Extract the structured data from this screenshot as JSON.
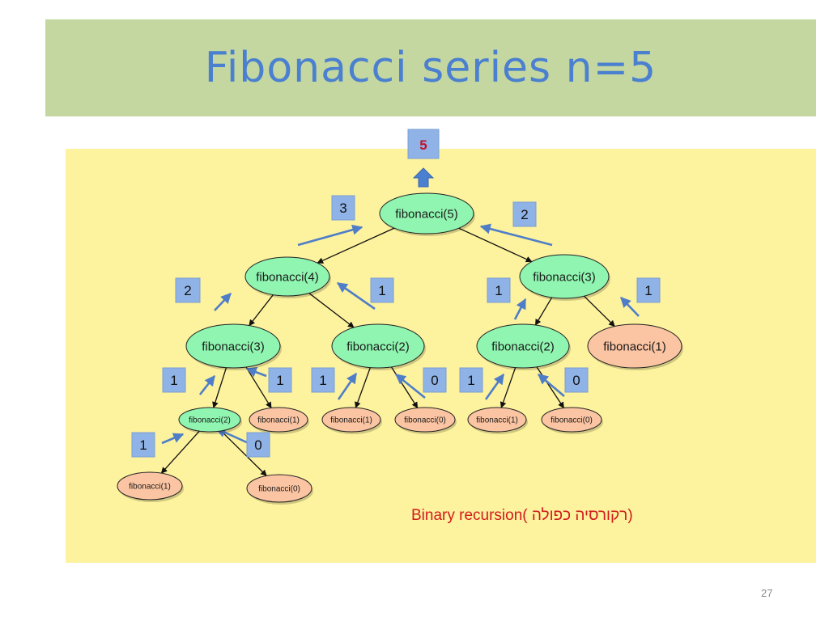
{
  "slide": {
    "title": "Fibonacci series n=5",
    "caption": "Binary recursion( רקורסיה כפולה)",
    "page_number": "27",
    "result": "5"
  },
  "colors": {
    "title_bg": "#c5d7a0",
    "title_text": "#4a80cf",
    "panel_bg": "#fdf29d",
    "node_green": "#8ff5b0",
    "node_peach": "#fbc4a2",
    "badge_fill": "#8fb3e6",
    "arrow_blue": "#4f7ec8",
    "caption_red": "#d11a1a",
    "result_red": "#c0112a"
  },
  "nodes": [
    {
      "id": "f5",
      "label": "fibonacci(5)",
      "kind": "green"
    },
    {
      "id": "f4",
      "label": "fibonacci(4)",
      "kind": "green"
    },
    {
      "id": "f3r",
      "label": "fibonacci(3)",
      "kind": "green"
    },
    {
      "id": "f3l",
      "label": "fibonacci(3)",
      "kind": "green"
    },
    {
      "id": "f2m",
      "label": "fibonacci(2)",
      "kind": "green"
    },
    {
      "id": "f2r",
      "label": "fibonacci(2)",
      "kind": "green"
    },
    {
      "id": "f1r",
      "label": "fibonacci(1)",
      "kind": "peach"
    },
    {
      "id": "f2ll",
      "label": "fibonacci(2)",
      "kind": "green"
    },
    {
      "id": "f1a",
      "label": "fibonacci(1)",
      "kind": "peach"
    },
    {
      "id": "f1b",
      "label": "fibonacci(1)",
      "kind": "peach"
    },
    {
      "id": "f0b",
      "label": "fibonacci(0)",
      "kind": "peach"
    },
    {
      "id": "f1c",
      "label": "fibonacci(1)",
      "kind": "peach"
    },
    {
      "id": "f0c",
      "label": "fibonacci(0)",
      "kind": "peach"
    },
    {
      "id": "f1d",
      "label": "fibonacci(1)",
      "kind": "peach"
    },
    {
      "id": "f0d",
      "label": "fibonacci(0)",
      "kind": "peach"
    }
  ],
  "edges": [
    [
      "f5",
      "f4"
    ],
    [
      "f5",
      "f3r"
    ],
    [
      "f4",
      "f3l"
    ],
    [
      "f4",
      "f2m"
    ],
    [
      "f3r",
      "f2r"
    ],
    [
      "f3r",
      "f1r"
    ],
    [
      "f3l",
      "f2ll"
    ],
    [
      "f3l",
      "f1a"
    ],
    [
      "f2m",
      "f1b"
    ],
    [
      "f2m",
      "f0b"
    ],
    [
      "f2r",
      "f1c"
    ],
    [
      "f2r",
      "f0c"
    ],
    [
      "f2ll",
      "f1d"
    ],
    [
      "f2ll",
      "f0d"
    ]
  ],
  "badges": [
    {
      "id": "b3",
      "value": "3"
    },
    {
      "id": "b2top",
      "value": "2"
    },
    {
      "id": "b2l",
      "value": "2"
    },
    {
      "id": "b1a",
      "value": "1"
    },
    {
      "id": "b1b",
      "value": "1"
    },
    {
      "id": "b1c",
      "value": "1"
    },
    {
      "id": "b1d",
      "value": "1"
    },
    {
      "id": "b1e",
      "value": "1"
    },
    {
      "id": "b1f",
      "value": "1"
    },
    {
      "id": "b0a",
      "value": "0"
    },
    {
      "id": "b1g",
      "value": "1"
    },
    {
      "id": "b0b",
      "value": "0"
    },
    {
      "id": "b1h",
      "value": "1"
    },
    {
      "id": "b0c",
      "value": "0"
    }
  ]
}
